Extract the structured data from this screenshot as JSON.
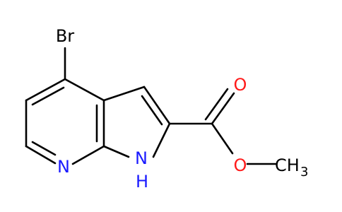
{
  "molecule": {
    "atoms": {
      "br": "Br",
      "n_pyridine": "N",
      "nh_n": "N",
      "nh_h": "H",
      "o_carbonyl": "O",
      "o_ester": "O",
      "ch3_c": "CH",
      "ch3_sub": "3"
    }
  },
  "colors": {
    "nitrogen": "#1a1aff",
    "oxygen": "#ff1a1a",
    "bond": "#000000",
    "background": "#ffffff"
  }
}
